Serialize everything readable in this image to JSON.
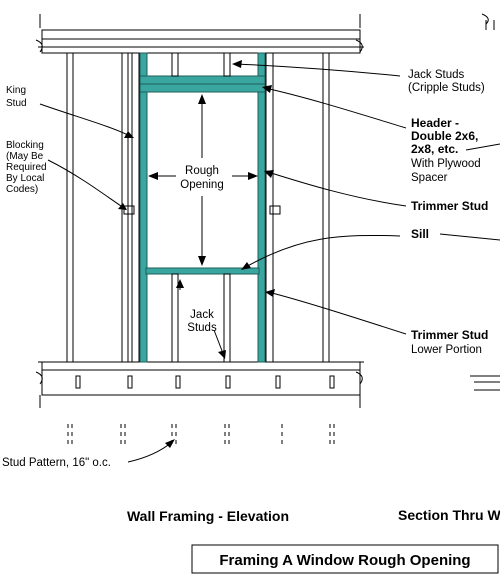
{
  "labels": {
    "jack_studs_top_1": "Jack Studs",
    "jack_studs_top_2": "(Cripple Studs)",
    "king_stud_1": "King",
    "king_stud_2": "Stud",
    "blocking_1": "Blocking",
    "blocking_2": "(May Be",
    "blocking_3": "Required",
    "blocking_4": "By Local",
    "blocking_5": "Codes)",
    "header_1": "Header -",
    "header_2": "Double 2x6,",
    "header_3": "2x8, etc.",
    "header_4": "With Plywood",
    "header_5": "Spacer",
    "rough_opening_1": "Rough",
    "rough_opening_2": "Opening",
    "trimmer_stud": "Trimmer Stud",
    "sill": "Sill",
    "jack_studs_bottom_1": "Jack",
    "jack_studs_bottom_2": "Studs",
    "trimmer_lower_1": "Trimmer Stud",
    "trimmer_lower_2": "Lower Portion",
    "stud_pattern": "Stud Pattern, 16\" o.c.",
    "caption_elevation": "Wall Framing - Elevation",
    "caption_section": "Section Thru W",
    "title": "Framing A Window Rough Opening"
  },
  "colors": {
    "framing_highlight": "#3aa6a0",
    "line": "#000000"
  }
}
